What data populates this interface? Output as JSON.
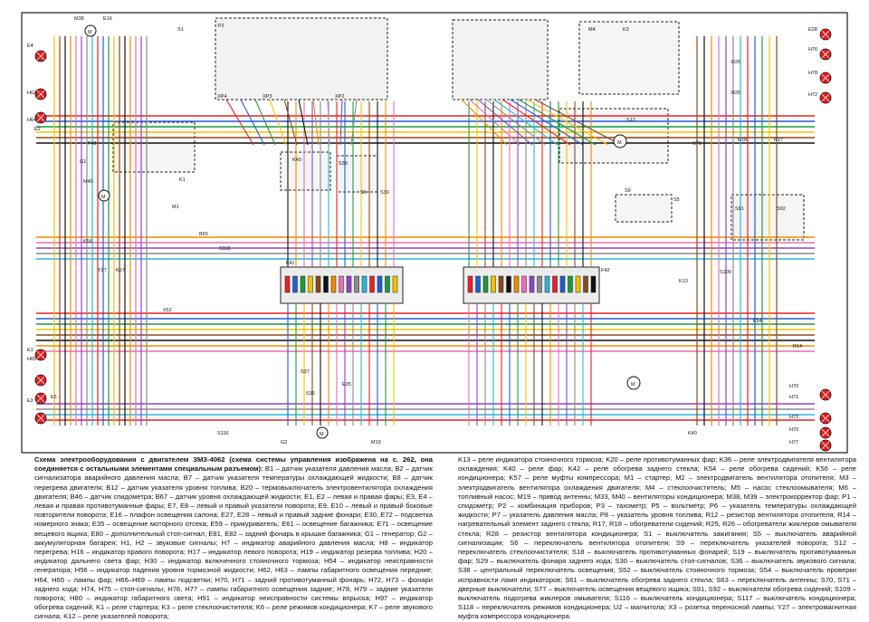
{
  "diagram": {
    "caption_left": {
      "title": "Схема электрооборудования с двигателем ЗМЗ-4062 (схема системы управления изображена на с. 262, она соединяется с остальными элементами специальным разъемом):",
      "body": "B1 – датчик указателя давления масла; B2 – датчик сигнализатора аварийного давления масла; B7 – датчик указателя температуры охлаждающей жидкости; B8 – датчик перегрева двигателя; B12 – датчик указателя уровня топлива; B20 – термовыключатель электровентилятора охлаждения двигателя; B46 – датчик спидометра; B67 – датчик уровня охлаждающей жидкости; E1, E2 – левая и правая фары; E3, E4 – левая и правая противотуманные фары; E7, E8 – левый и правый указатели поворота; E9, E10 – левый и правый боковые повторители поворота; E16 – плафон освещения салона; E27, E28 – левый и правый задние фонари; E30, E72 – подсветка номерного знака; E35 – освещение моторного отсека; E59 – прикуриватель; E61 – освещение багажника; E71 – освещение вещевого ящика; E80 – дополнительный стоп-сигнал; E81, E82 – задний фонарь в крышке багажника; G1 – генератор; G2 – аккумуляторная батарея; H1, H2 – звуковые сигналы; H7 – индикатор аварийного давления масла; H8 – индикатор перегрева; H16 – индикатор правого поворота; H17 – индикатор левого поворота; H19 – индикатор резерва топлива; H20 – индикатор дальнего света фар; H30 – индикатор включенного стояночного тормоза; H54 – индикатор неисправности генератора; H56 – индикатор падения уровня тормозной жидкости; H62, H63 – лампы габаритного освещения передние; H64, H65 – лампы фар; H66–H69 – лампы подсветки; H70, H71 – задний противотуманный фонарь; H72, H73 – фонари заднего хода; H74, H75 – стоп-сигналы; H76, H77 – лампы габаритного освещения задние; H78, H79 – задние указатели поворота; H80 – индикатор габаритного света; H91 – индикатор неисправности системы впрыска; H97 – индикатор обогрева сидений; K1 – реле стартера; K3 – реле стеклоочистителя; K6 – реле режимов кондиционера; K7 – реле звукового сигнала; K12 – реле указателей поворота;"
    },
    "caption_right": {
      "body": "K13 – реле индикатора стояночного тормоза; K20 – реле противотуманных фар; K36 – реле электродвигателя вентилятора охлаждения; K40 – реле фар; K42 – реле обогрева заднего стекла; K54 – реле обогрева сидений; K56 – реле кондиционера; K57 – реле муфты компрессора; M1 – стартер; M2 – электродвигатель вентилятора отопителя; M3 – электродвигатель вентилятора охлаждения двигателя; M4 – стеклоочиститель; M5 – насос стеклоомывателя; M6 – топливный насос; M19 – привод антенны; M33, M40 – вентиляторы кондиционера; M38, M39 – электрокорректор фар; P1 – спидометр; P2 – комбинация приборов; P3 – тахометр; P5 – вольтметр; P6 – указатель температуры охлаждающей жидкости; P7 – указатель давления масла; P8 – указатель уровня топлива; R12 – резистор вентилятора отопителя; R14 – нагревательный элемент заднего стекла; R17, R18 – обогреватели сидений; R25, R26 – обогреватели жиклеров омывателя стекла; R28 – резистор вентилятора кондиционера; S1 – выключатель зажигания; S5 – выключатель аварийной сигнализации; S6 – переключатель вентилятора отопителя; S9 – переключатель указателей поворота; S12 – переключатель стеклоочистителя; S18 – выключатель противотуманных фонарей; S19 – выключатель противотуманных фар; S29 – выключатель фонаря заднего хода; S30 – выключатель стоп-сигналов; S36 – выключатель звукового сигнала; S38 – центральный переключатель освещения; S52 – выключатель стояночного тормоза; S54 – выключатель проверки исправности ламп индикаторов; S61 – выключатель обогрева заднего стекла; S63 – переключатель антенны; S70, S71 – дверные выключатели; S77 – выключатель освещения вещевого ящика; S91, S92 – выключатели обогрева сидений; S109 – выключатель подогрева жиклеров омывателя; S116 – выключатель кондиционера; S117 – выключатель кондиционера; S118 – переключатель режимов кондиционера; U2 – магнитола; X3 – розетка переносной лампы; Y27 – электромагнитная муфта компрессора кондиционера."
    },
    "labels": {
      "e4": "E4",
      "h62": "H62",
      "h64": "H64",
      "e2": "E2",
      "m38": "M38",
      "e16": "E16",
      "s1": "S1",
      "p2": "P2",
      "xp4": "XP4",
      "xp3": "XP3",
      "xp2": "XP2",
      "m4": "M4",
      "k3": "K3",
      "e28": "E28",
      "h76": "H76",
      "h78": "H78",
      "h72": "H72",
      "r26": "R26",
      "r25": "R25",
      "s12": "S12",
      "s71": "S71",
      "r18": "R18",
      "r17": "R17",
      "s9": "S9",
      "s5": "S5",
      "s91": "S91",
      "s92": "S92",
      "f43": "F43",
      "g1": "G1",
      "m40": "M40",
      "k1": "K1",
      "m1": "M1",
      "k56": "K56",
      "y27": "Y27",
      "k57": "K57",
      "k40": "K40",
      "s39": "S39",
      "s30": "S30",
      "s6": "S6",
      "b65": "B65",
      "s118": "S118",
      "f41": "F41",
      "f42": "F42",
      "x52": "X52",
      "k13": "K13",
      "s109": "S109",
      "k54": "K54",
      "r14": "R14",
      "e1": "E1",
      "h65": "H65",
      "e3": "E3",
      "e5": "E5",
      "s37": "S37",
      "s36": "S36",
      "e35": "E35",
      "s116": "S116",
      "g2": "G2",
      "m19": "M19",
      "h70": "H70",
      "h71": "H71",
      "h73": "H73",
      "h79": "H79",
      "h77": "H77",
      "k40b": "K40"
    },
    "wire_colors": {
      "red": "#e8202a",
      "blue": "#1e5fd0",
      "green": "#1d9a3c",
      "yellow": "#f2c200",
      "brown": "#8a4a1c",
      "black": "#111111",
      "orange": "#f08a00",
      "pink": "#e66fb5",
      "violet": "#8e44c7",
      "grey": "#8a8a8a",
      "cyan": "#2bb5d8",
      "white": "#c8c8c8"
    },
    "frame_color": "#1a1a1a",
    "lamp_fill": "#e21d1d"
  }
}
